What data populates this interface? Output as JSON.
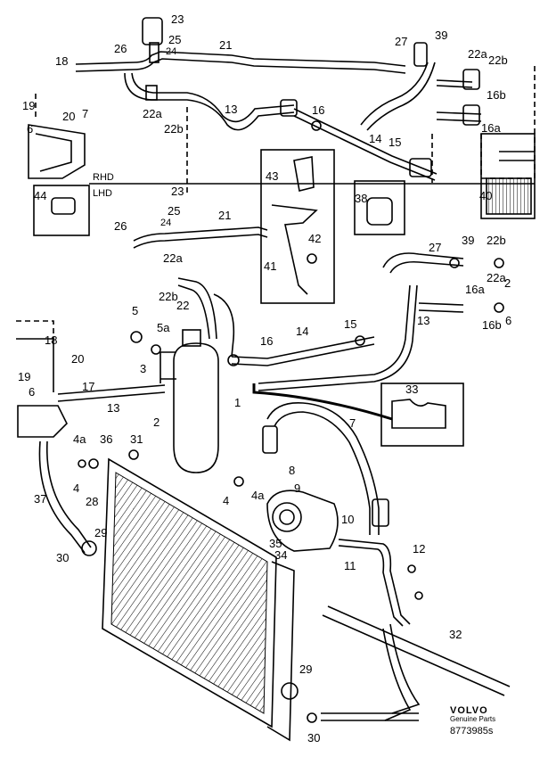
{
  "section_labels": {
    "rhd": "RHD",
    "lhd": "LHD"
  },
  "callouts": [
    {
      "id": "c23a",
      "text": "23"
    },
    {
      "id": "c25a",
      "text": "25"
    },
    {
      "id": "c24a",
      "text": "24"
    },
    {
      "id": "c26a",
      "text": "26"
    },
    {
      "id": "c21a",
      "text": "21"
    },
    {
      "id": "c18a",
      "text": "18"
    },
    {
      "id": "c19a",
      "text": "19"
    },
    {
      "id": "c20a",
      "text": "20"
    },
    {
      "id": "c7a",
      "text": "7"
    },
    {
      "id": "c6a",
      "text": "6"
    },
    {
      "id": "c22aa",
      "text": "22a"
    },
    {
      "id": "c22ba",
      "text": "22b"
    },
    {
      "id": "c13a",
      "text": "13"
    },
    {
      "id": "c16a",
      "text": "16"
    },
    {
      "id": "c14a",
      "text": "14"
    },
    {
      "id": "c15a",
      "text": "15"
    },
    {
      "id": "c27a",
      "text": "27"
    },
    {
      "id": "c39a",
      "text": "39"
    },
    {
      "id": "c22ar",
      "text": "22a"
    },
    {
      "id": "c22br",
      "text": "22b"
    },
    {
      "id": "c16br",
      "text": "16b"
    },
    {
      "id": "c16ar",
      "text": "16a"
    },
    {
      "id": "c43",
      "text": "43"
    },
    {
      "id": "c42",
      "text": "42"
    },
    {
      "id": "c41",
      "text": "41"
    },
    {
      "id": "c38",
      "text": "38"
    },
    {
      "id": "c40",
      "text": "40"
    },
    {
      "id": "c44",
      "text": "44"
    },
    {
      "id": "c23b",
      "text": "23"
    },
    {
      "id": "c25b",
      "text": "25"
    },
    {
      "id": "c24b",
      "text": "24"
    },
    {
      "id": "c26b",
      "text": "26"
    },
    {
      "id": "c21b",
      "text": "21"
    },
    {
      "id": "c22ab",
      "text": "22a"
    },
    {
      "id": "c22bb",
      "text": "22b"
    },
    {
      "id": "c22",
      "text": "22"
    },
    {
      "id": "c5",
      "text": "5"
    },
    {
      "id": "c5a",
      "text": "5a"
    },
    {
      "id": "c27b",
      "text": "27"
    },
    {
      "id": "c39b",
      "text": "39"
    },
    {
      "id": "c22bl",
      "text": "22b"
    },
    {
      "id": "c22al",
      "text": "22a"
    },
    {
      "id": "c2r",
      "text": "2"
    },
    {
      "id": "c16al",
      "text": "16a"
    },
    {
      "id": "c16bl",
      "text": "16b"
    },
    {
      "id": "c6r",
      "text": "6"
    },
    {
      "id": "c18b",
      "text": "18"
    },
    {
      "id": "c16b",
      "text": "16"
    },
    {
      "id": "c14b",
      "text": "14"
    },
    {
      "id": "c15b",
      "text": "15"
    },
    {
      "id": "c13b",
      "text": "13"
    },
    {
      "id": "c20b",
      "text": "20"
    },
    {
      "id": "c3",
      "text": "3"
    },
    {
      "id": "c19b",
      "text": "19"
    },
    {
      "id": "c17",
      "text": "17"
    },
    {
      "id": "c6b",
      "text": "6"
    },
    {
      "id": "c1",
      "text": "1"
    },
    {
      "id": "c33",
      "text": "33"
    },
    {
      "id": "c13c",
      "text": "13"
    },
    {
      "id": "c2",
      "text": "2"
    },
    {
      "id": "c4a1",
      "text": "4a"
    },
    {
      "id": "c36",
      "text": "36"
    },
    {
      "id": "c31",
      "text": "31"
    },
    {
      "id": "c7b",
      "text": "7"
    },
    {
      "id": "c8",
      "text": "8"
    },
    {
      "id": "c4l",
      "text": "4"
    },
    {
      "id": "c9",
      "text": "9"
    },
    {
      "id": "c4m",
      "text": "4"
    },
    {
      "id": "c4a2",
      "text": "4a"
    },
    {
      "id": "c37",
      "text": "37"
    },
    {
      "id": "c28",
      "text": "28"
    },
    {
      "id": "c10",
      "text": "10"
    },
    {
      "id": "c29a",
      "text": "29"
    },
    {
      "id": "c35",
      "text": "35"
    },
    {
      "id": "c34",
      "text": "34"
    },
    {
      "id": "c12",
      "text": "12"
    },
    {
      "id": "c30a",
      "text": "30"
    },
    {
      "id": "c11",
      "text": "11"
    },
    {
      "id": "c32",
      "text": "32"
    },
    {
      "id": "c29b",
      "text": "29"
    },
    {
      "id": "c30b",
      "text": "30"
    }
  ],
  "brand": {
    "name": "VOLVO",
    "tagline": "Genuine Parts",
    "code": "8773985s"
  }
}
